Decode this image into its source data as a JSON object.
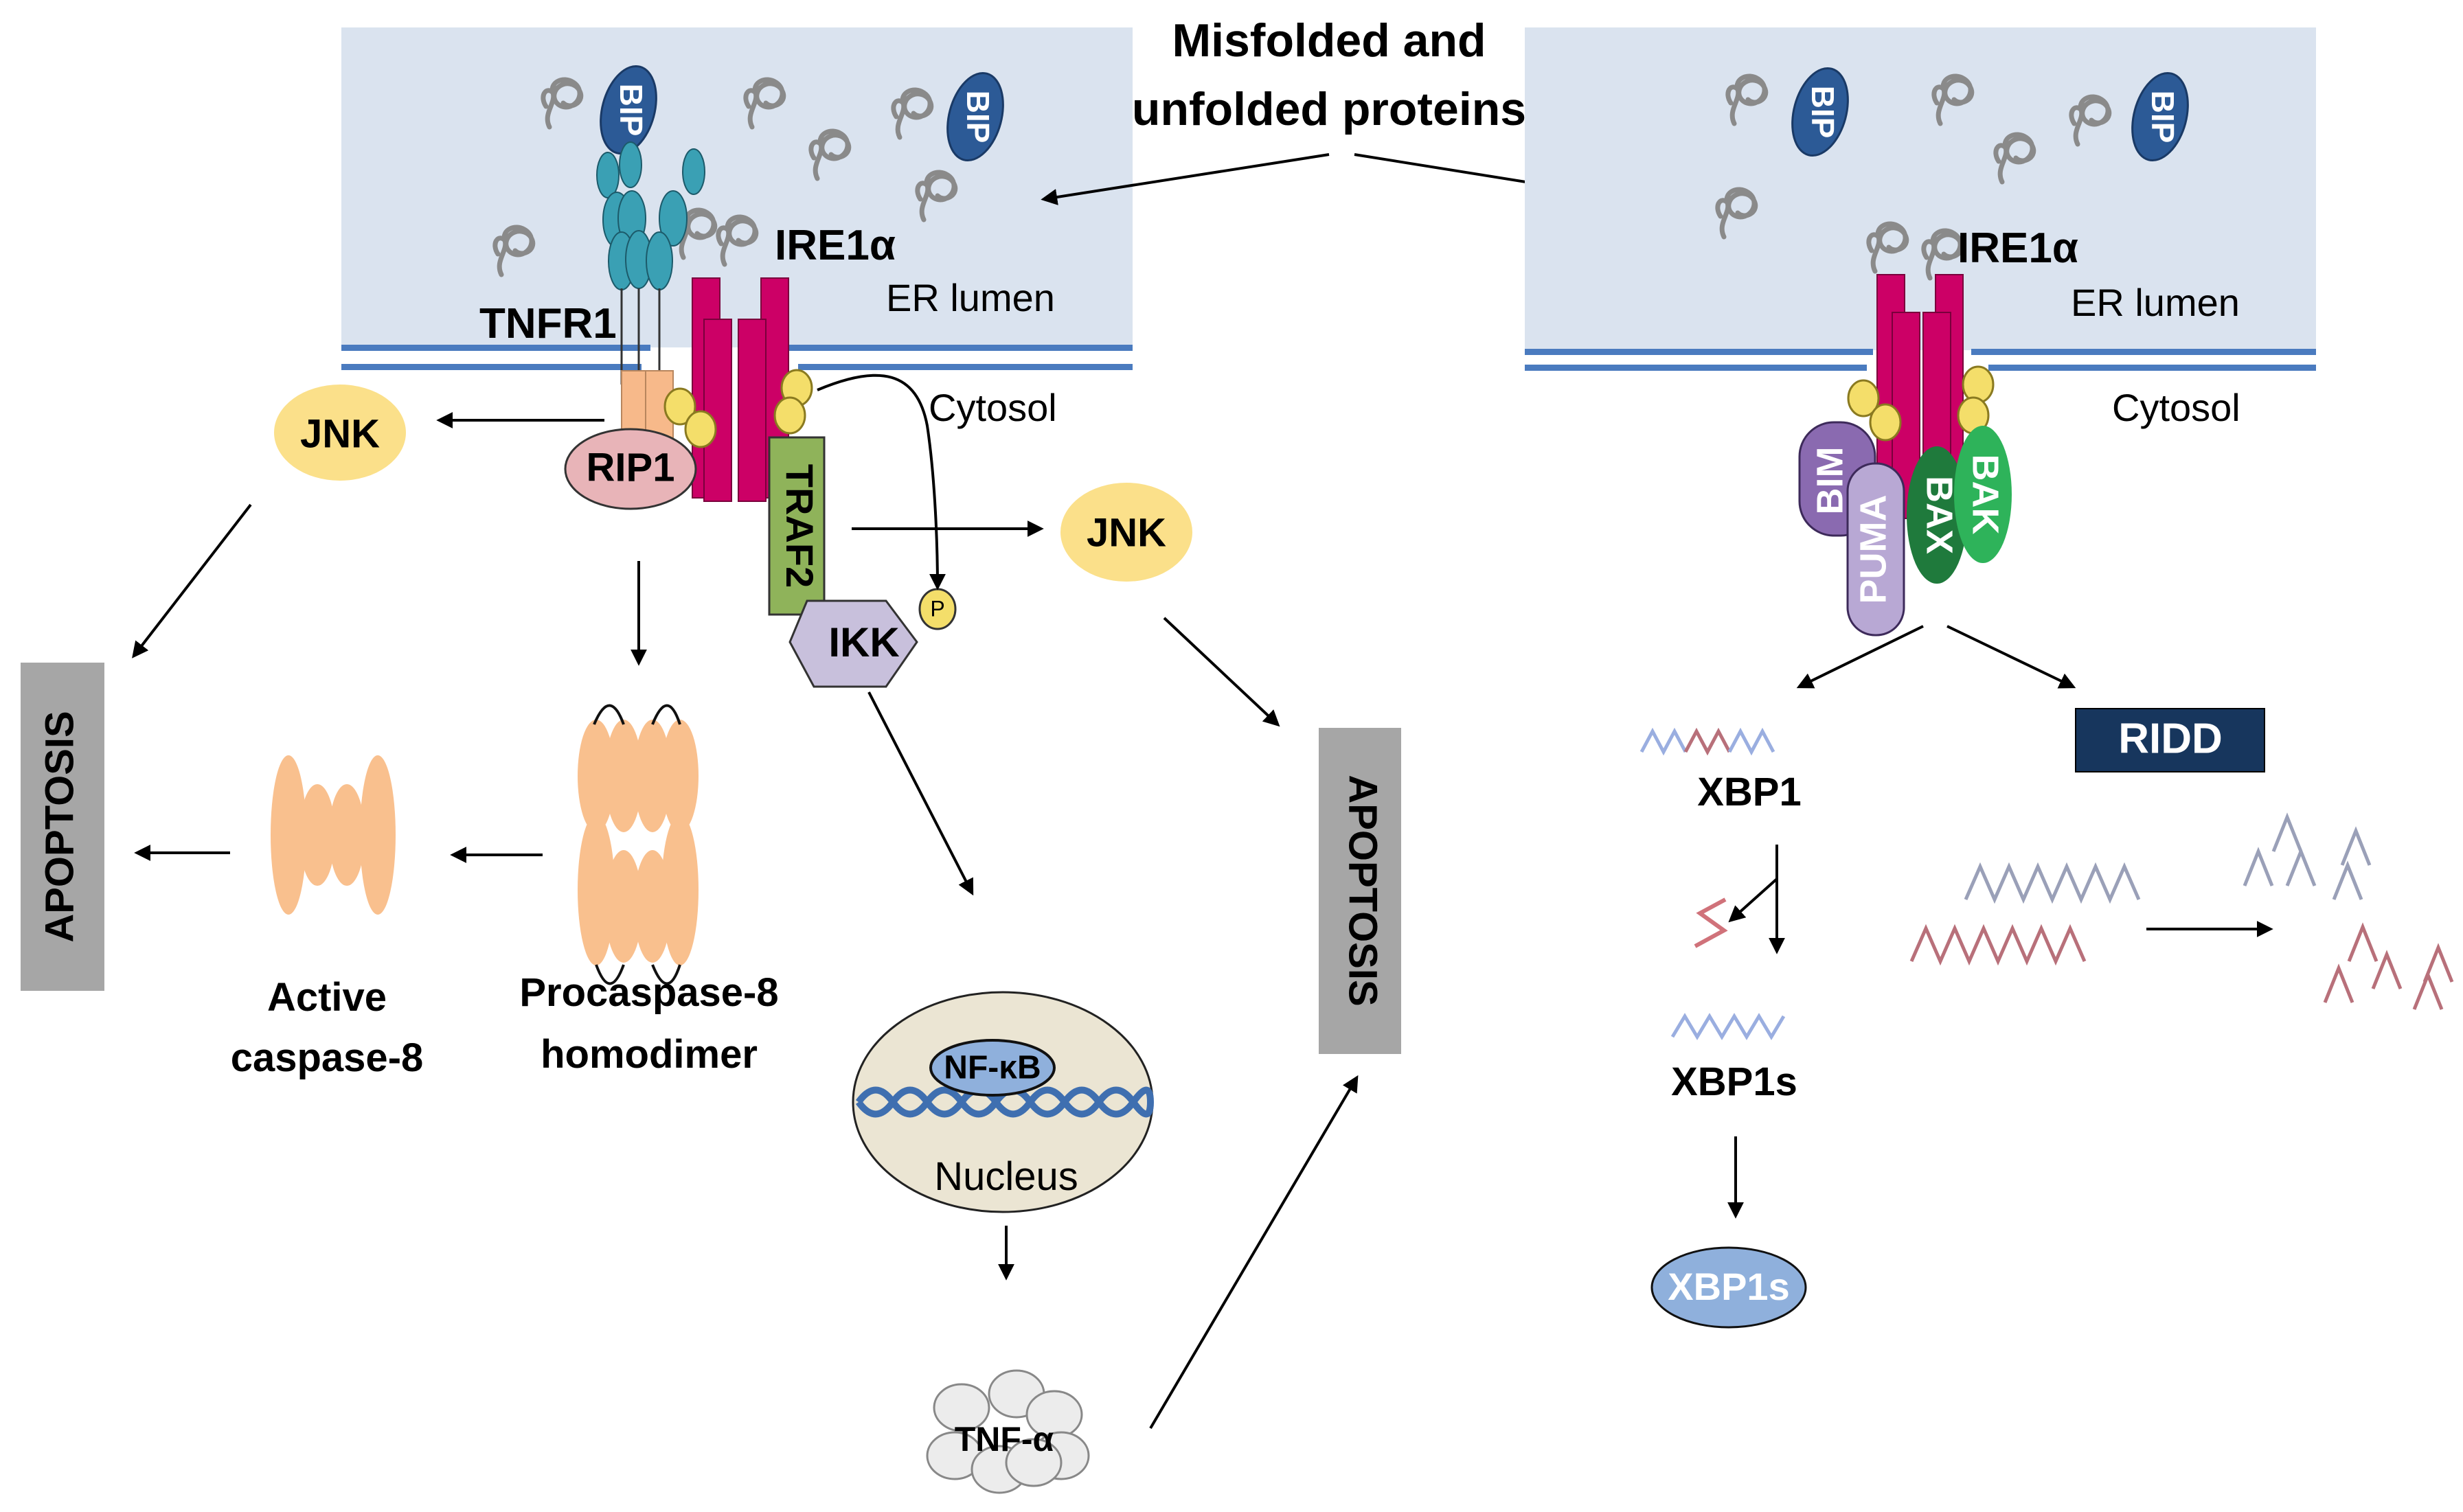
{
  "title": {
    "line1": "Misfolded and",
    "line2": "unfolded proteins"
  },
  "colors": {
    "er_lumen": "#dae3ef",
    "membrane": "#4a7bbf",
    "ire1a": "#cc0066",
    "bip": "#2c5a96",
    "tnfr1": "#3aa0b4",
    "jnk": "#fbe08a",
    "rip1": "#e8b4b8",
    "traf2": "#8fb35a",
    "ikk": "#c8c0dc",
    "phospho": "#f4de6a",
    "caspase": "#f9c08e",
    "apoptosis_box": "#a6a6a6",
    "nucleus": "#ebe5d3",
    "nfkb": "#8fb0dc",
    "dna": "#3f6fb0",
    "bim": "#8a6ab0",
    "puma": "#b8a8d4",
    "bax": "#1f7a3c",
    "bak": "#2eb35a",
    "ridd_box": "#17365d",
    "xbp1s_protein": "#8fb0dc",
    "mrna_blue": "#9aaee0",
    "mrna_red": "#b8707a",
    "mrna_grey": "#9aa0b8"
  },
  "left_panel": {
    "er_lumen": "ER lumen",
    "cytosol": "Cytosol",
    "ire1a": "IRE1α",
    "tnfr1": "TNFR1",
    "bip_1": "BIP",
    "bip_2": "BIP",
    "rip1": "RIP1",
    "traf2": "TRAF2",
    "ikk": "IKK",
    "phospho": "P",
    "jnk_left": "JNK",
    "jnk_right": "JNK",
    "apoptosis_left": "APOPTOSIS",
    "apoptosis_right": "APOPTOSIS",
    "active_caspase_line1": "Active",
    "active_caspase_line2": "caspase-8",
    "procaspase_line1": "Procaspase-8",
    "procaspase_line2": "homodimer",
    "nfkb": "NF-κB",
    "nucleus": "Nucleus",
    "tnfa": "TNF-α"
  },
  "right_panel": {
    "er_lumen": "ER lumen",
    "cytosol": "Cytosol",
    "ire1a": "IRE1α",
    "bip_1": "BIP",
    "bip_2": "BIP",
    "bim": "BIM",
    "puma": "PUMA",
    "bax": "BAX",
    "bak": "BAK",
    "xbp1": "XBP1",
    "xbp1s_mrna": "XBP1s",
    "xbp1s_protein": "XBP1s",
    "ridd": "RIDD"
  }
}
